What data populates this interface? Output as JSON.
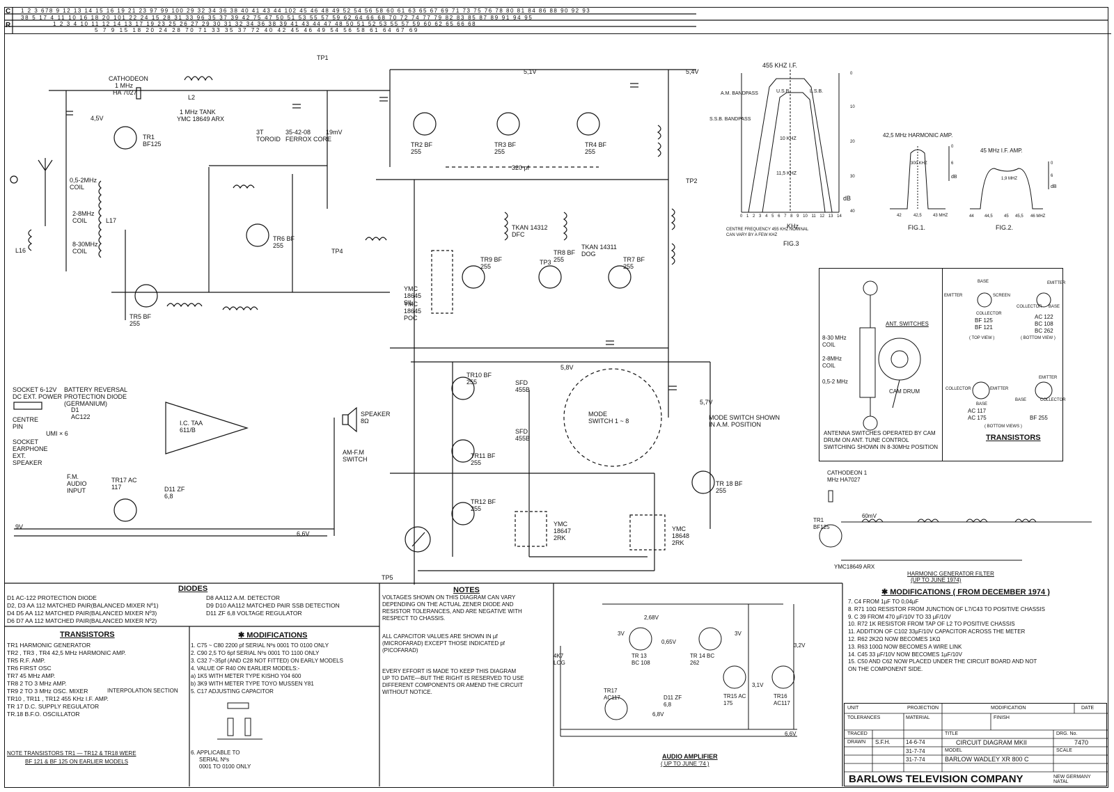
{
  "grid": {
    "row_c": "C",
    "row_r": "R",
    "c_top": "1  2  3  678 9  12 13 14 15 16 19 21 23 97 99 100 29 32 34 36 38 40 41 43 44 102 45 46 48 49 52 54 56 58 60 61 63 65 67 69 71 73 75 76 78 80 81 84 86 88 90 92 93",
    "c_bottom": "38  5  17 4  11  10 16 18 20 101 22 24 15 28 31 33 96 35 37 39 42 75 47 50 51 53 55 57 59 62 64 66 68 70 72 74 77 79 82 83 85 87 89 91 94 95",
    "r_top": "1 2 3 4  10 11 12  14  13 17 19  23 25 26 27 29 30 31 32 34 36 38 39 41 43 44 47 48 50 51 52 53 55 57 59 60 62 65 66 68",
    "r_bottom": "5  7 9  15 18 20  24 28 70 71 33 35 37 72 40 42 45 46 49 54 56 58 61 64 67 69"
  },
  "schematic_labels": {
    "cathodeon": "CATHODEON",
    "cathodeon_freq": "1 MHz",
    "cathodeon_part": "HA 7027",
    "l2": "L2",
    "tank": "1 MHz TANK",
    "tank_part": "YMC 18649 ARX",
    "toroid": "3T TOROID",
    "ferrox": "35-42-08 FERROX CORE",
    "tr1": "TR1 BF125",
    "tr2": "TR2 BF 255",
    "tr3": "TR3 BF 255",
    "tr4": "TR4 BF 255",
    "tr5": "TR5 BF 255",
    "tr6": "TR6 BF 255",
    "tr7": "TR7 BF 255",
    "tr8": "TR8 BF 255",
    "tr9": "TR9 BF 255",
    "tr10": "TR10 BF 255",
    "tr11": "TR11 BF 255",
    "tr12": "TR12 BF 255",
    "tr17": "TR17 AC 117",
    "tr18": "TR 18 BF 255",
    "coil_05": "0,5-2MHz COIL",
    "coil_28": "2-8MHz COIL",
    "coil_830": "8-30MHz COIL",
    "l16": "L16",
    "l17": "L17",
    "v54": "5,4V",
    "v51": "5,1V",
    "v45": "4,5V",
    "v58": "5,8V",
    "v57": "5,7V",
    "v66": "6,6V",
    "v9": "9V",
    "mv19": "19mV",
    "pf320": "320 pf",
    "tkan1": "TKAN 14312 DFC",
    "tkan2": "TKAN 14311 DOG",
    "t1": "YMC 18645 SIL",
    "t2": "YMC 18645 POC",
    "socket_dc": "SOCKET 6-12V DC EXT. POWER",
    "battery_rev": "BATTERY REVERSAL PROTECTION DIODE (GERMANIUM)",
    "d1": "D1 AC122",
    "centre_pin": "CENTRE PIN",
    "umi": "UMI × 6",
    "socket_ear": "SOCKET EARPHONE EXT. SPEAKER",
    "ic": "I.C. TAA 611/B",
    "speaker": "SPEAKER 8Ω",
    "fm_audio": "F.M. AUDIO INPUT",
    "d11": "D11 ZF 6,8",
    "am_fm": "AM-F.M SWITCH",
    "mode_switch": "MODE SWITCH 1 ~ 8",
    "mode_note": "MODE SWITCH SHOWN IN A.M. POSITION",
    "sfd1": "SFD 455B",
    "sfd2": "SFD 455B",
    "t3": "YMC 18647 2RK",
    "t4": "YMC 18648 2RK",
    "tp5": "TP5",
    "tp1": "TP1",
    "tp2": "TP2",
    "tp3": "TP3",
    "tp4": "TP4"
  },
  "fig3": {
    "title": "FIG.3",
    "f_label": "455 KHZ I.F.",
    "am_bp": "A.M. BANDPASS",
    "ssb_bp": "S.S.B. BANDPASS",
    "lsb": "L.S.B.",
    "usb": "U.S.B.",
    "w10": "10 KHZ",
    "w115": "11,5 KHZ",
    "khz": "KHz",
    "db": "dB",
    "note1": "CENTRE FREQUENCY 455 KHZ NOMINAL",
    "note2": "CAN VARY BY A FEW KHZ",
    "x_ticks": [
      "0",
      "1",
      "2",
      "3",
      "4",
      "5",
      "6",
      "7",
      "8",
      "9",
      "10",
      "11",
      "12",
      "13",
      "14"
    ],
    "y_ticks": [
      "0",
      "10",
      "20",
      "30",
      "40"
    ]
  },
  "fig1": {
    "title": "42,5 MHz HARMONIC AMP.",
    "caption": "FIG.1.",
    "bw": "300 KHZ",
    "x_ticks": [
      "42",
      "42,5",
      "43 MHZ"
    ],
    "y_ticks": [
      "0",
      "6",
      "dB"
    ]
  },
  "fig2": {
    "title": "45 MHz I.F. AMP.",
    "caption": "FIG.2.",
    "bw": "1,9 MHZ",
    "x_ticks": [
      "44",
      "44,5",
      "45",
      "45,5",
      "46 MHZ"
    ],
    "y_ticks": [
      "0",
      "6",
      "dB"
    ]
  },
  "antenna": {
    "title": "ANT. SWITCHES",
    "c830": "8-30 MHz COIL",
    "c28": "2-8MHz COIL",
    "c05": "0,5-2 MHz",
    "cam": "CAM DRUM",
    "note": "ANTENNA SWITCHES OPERATED BY CAM DRUM ON ANT. TUNE CONTROL SWITCHING SHOWN IN 8-30MHz POSITION"
  },
  "transistor_pinout": {
    "title": "TRANSISTORS",
    "bf125": "BF 125",
    "bf121": "BF 121",
    "top_view": "( TOP VIEW )",
    "ac122": "AC 122",
    "bc108": "BC 108",
    "bc262": "BC 262",
    "bottom_view": "( BOTTOM VIEW )",
    "ac117": "AC 117",
    "ac175": "AC 175",
    "bf255": "BF 255",
    "bottom_views": "( BOTTOM VIEWS )",
    "emitter": "EMITTER",
    "base": "BASE",
    "collector": "COLLECTOR",
    "screen": "SCREEN"
  },
  "harmonic_filter": {
    "title": "HARMONIC GENERATOR FILTER",
    "subtitle": "(UP TO JUNE 1974)",
    "cathodeon": "CATHODEON 1 MHz HA7027",
    "tr1": "TR1 BF125",
    "ymc": "YMC18649 ARX",
    "mv60": "60mV"
  },
  "diodes": {
    "title": "DIODES",
    "left": [
      "D1 AC-122      PROTECTION DIODE",
      "D2, D3 AA 112   MATCHED   PAIR(BALANCED MIXER Nº1)",
      "D4  D5 AA 112   MATCHED   PAIR(BALANCED MIXER Nº3)",
      "D6  D7 AA 112   MATCHED   PAIR(BALANCED MIXER Nº2)"
    ],
    "right": [
      "D8  AA112 A.M. DETECTOR",
      "D9  D10 AA112 MATCHED PAIR SSB DETECTION",
      "D11  ZF 6,8 VOLTAGE REGULATOR"
    ]
  },
  "transistors_list": {
    "title": "TRANSISTORS",
    "items": [
      "TR1  HARMONIC  GENERATOR",
      "TR2 , TR3 , TR4   42,5 MHz HARMONIC AMP.",
      "TR5  R.F. AMP.",
      "TR6  FIRST  OSC",
      "TR7  45 MHz AMP.",
      "TR8   2 TO 3  MHz AMP.",
      "TR9   2 TO 3  MHz OSC. MIXER",
      "TR10 , TR11 , TR12   455 KHz  I.F. AMP.",
      "TR 17  D.C. SUPPLY  REGULATOR",
      "TR.18  B.F.O.  OSCILLATOR"
    ],
    "interp": "INTERPOLATION  SECTION",
    "note1": "NOTE  TRANSISTORS  TR1 — TR12  &  TR18  WERE",
    "note2": "BF 121  &  BF 125  ON  EARLIER  MODELS"
  },
  "modifications_left": {
    "title": "✱  MODIFICATIONS",
    "items": [
      "1.  C75 ~ C80   2200 pf  SERIAL Nºs 0001 TO 0100 ONLY",
      "2.  C90  2,5 TO 6pf SERIAL Nºs 0001 TO 1100 ONLY",
      "3.  C32   7~35pf (AND C28 NOT FITTED) ON EARLY MODELS",
      "4.  VALUE OF R40 ON EARLIER MODELS:-",
      "    a) 1K5 WITH METER TYPE KISHO Y04  600",
      "    b) 3K9 WITH METER TYPE TOYO MUSSEN Y81",
      "5.  C17  ADJUSTING  CAPACITOR"
    ],
    "item6": "6.  APPLICABLE   TO",
    "item6b": "SERIAL Nºs",
    "item6c": "0001 TO 0100 ONLY"
  },
  "notes": {
    "title": "NOTES",
    "p1": [
      "VOLTAGES SHOWN ON THIS DIAGRAM CAN VARY",
      "DEPENDING ON THE ACTUAL ZENER DIODE AND",
      "RESISTOR TOLERANCES, AND ARE NEGATIVE WITH",
      "RESPECT TO CHASSIS."
    ],
    "p2": [
      "ALL CAPACITOR VALUES ARE SHOWN IN µf",
      "(MICROFARAD) EXCEPT THOSE INDICATED   pf",
      "(PICOFARAD)"
    ],
    "p3": [
      "EVERY EFFORT IS MADE TO KEEP THIS DIAGRAM",
      "UP TO DATE—BUT THE RIGHT IS RESERVED TO USE",
      "DIFFERENT COMPONENTS OR AMEND THE CIRCUIT",
      "WITHOUT NOTICE."
    ]
  },
  "audio_amp": {
    "title": "AUDIO AMPLIFIER",
    "subtitle": "( UP TO JUNE '74 )",
    "tr13": "TR 13 BC 108",
    "tr14": "TR 14 BC 262",
    "tr15": "TR15 AC 175",
    "tr16": "TR16 AC117",
    "tr17": "TR17 AC117",
    "d11": "D11 ZF 6,8",
    "v68": "6,8V",
    "v66": "6,6V",
    "v3": "3V",
    "v31": "3,1V",
    "v32": "3,2V",
    "v065": "0,65V",
    "v268": "2,68V",
    "log": "4K7 LOG"
  },
  "modifications_right": {
    "title": "✱ MODIFICATIONS  ( FROM DECEMBER 1974 )",
    "items": [
      "7.   C4  FROM  1µF  TO  0,04µF",
      "8.   R71   10Ω RESISTOR FROM JUNCTION OF L7/C43 TO POSITIVE CHASSIS",
      "9.   C 39  FROM  470 µF/10V  TO  33 µF/10V",
      "10.  R72  1K RESISTOR FROM TAP OF L2 TO POSITIVE CHASSIS",
      "11.  ADDITION OF C102  33µF/10V CAPACITOR ACROSS THE METER",
      "12.  R62  2K2Ω NOW BECOMES 1KΩ",
      "13.  R63  100Ω  NOW BECOMES A WIRE LINK",
      "14.  C45  33 µF/10V NOW BECOMES 1µF/10V",
      "15.  C50 AND C62 NOW PLACED UNDER THE CIRCUIT BOARD AND NOT",
      "      ON THE COMPONENT SIDE."
    ]
  },
  "title_block": {
    "unit": "UNIT",
    "projection": "PROJECTION",
    "modification": "MODIFICATION",
    "date": "DATE",
    "tolerances": "TOLERANCES",
    "material": "MATERIAL",
    "finish": "FINISH",
    "traced": "TRACED",
    "drawn": "DRAWN",
    "drawn_by": "S.F.H.",
    "drawn_date": "14-6-74",
    "title_label": "TITLE",
    "title": "CIRCUIT  DIAGRAM MKII",
    "drg_no_label": "DRG. No.",
    "drg_no": "7470",
    "date2": "31-7-74",
    "model_label": "MODEL",
    "scale_label": "SCALE",
    "date3": "31-7-74",
    "model": "BARLOW WADLEY  XR  800 C",
    "company": "BARLOWS TELEVISION COMPANY",
    "location": "NEW GERMANY NATAL"
  }
}
